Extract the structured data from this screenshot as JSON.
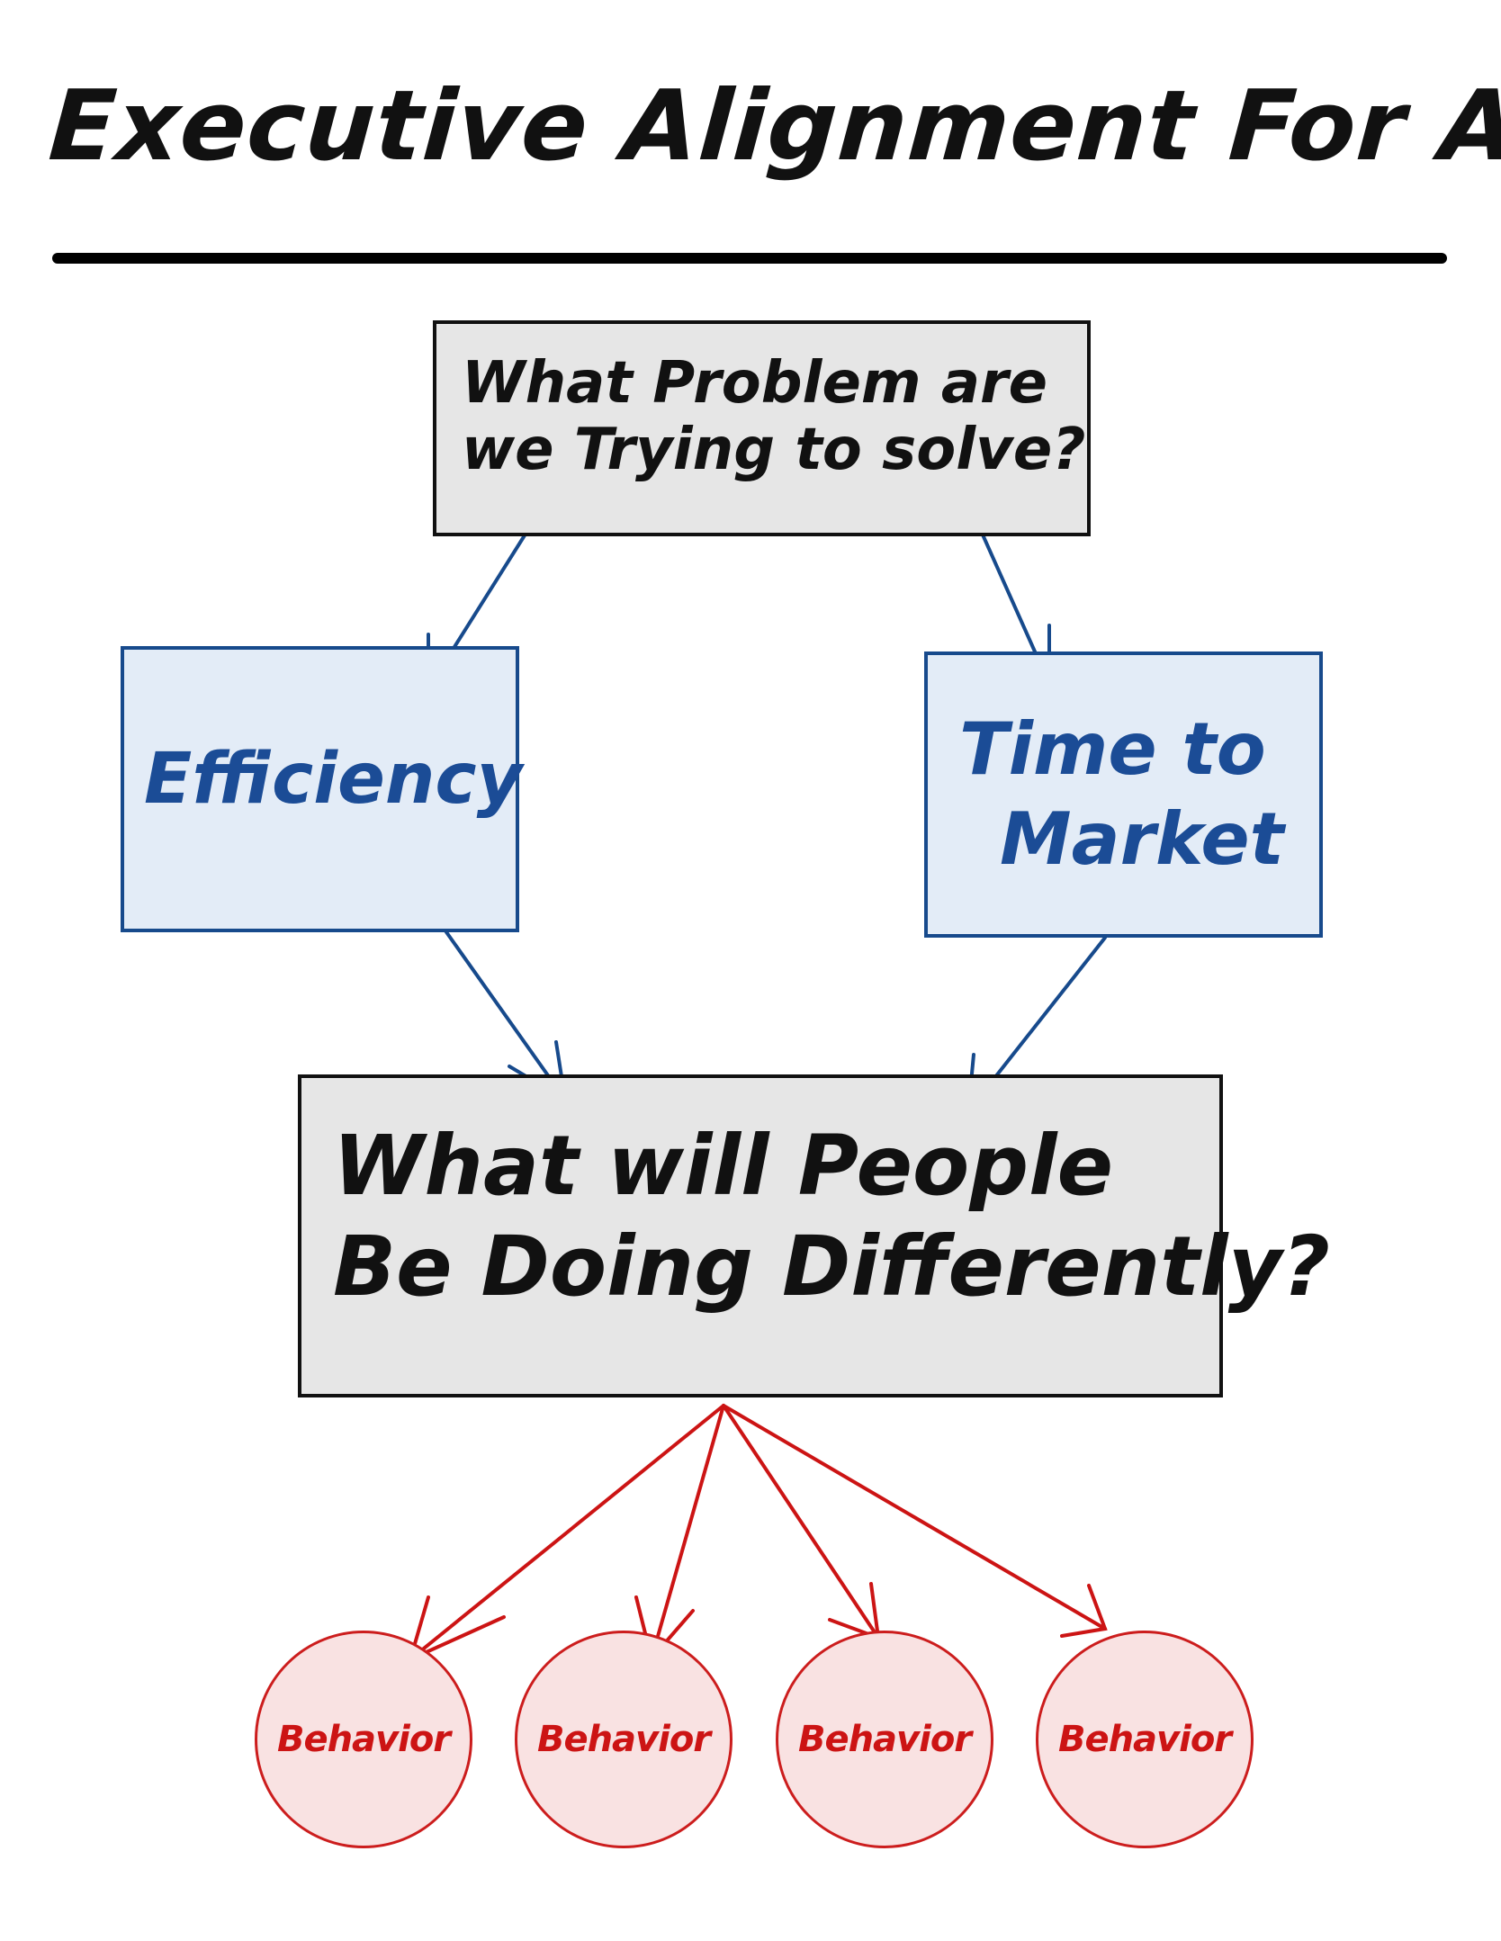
{
  "title": "Executive Alignment For Agile",
  "nodes": {
    "problem": {
      "line1": "What Problem are",
      "line2": "we Trying to solve?"
    },
    "efficiency": {
      "label": "Efficiency"
    },
    "time_to_market": {
      "line1": "Time to",
      "line2": "Market"
    },
    "people": {
      "line1": "What will People",
      "line2": "Be Doing Differently?"
    },
    "behaviors": [
      "Behavior",
      "Behavior",
      "Behavior",
      "Behavior"
    ]
  },
  "colors": {
    "ink": "#111111",
    "gray_fill": "#e6e6e6",
    "blue": "#1b4c96",
    "blue_fill": "#e3ecf7",
    "red": "#cc1414",
    "red_fill": "#f9e2e2"
  }
}
